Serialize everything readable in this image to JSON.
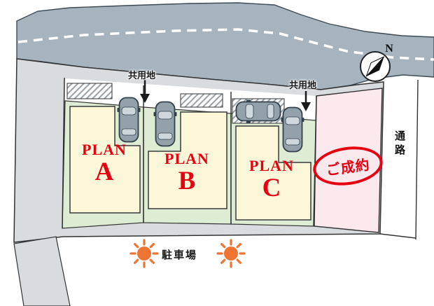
{
  "plots": [
    {
      "word": "PLAN",
      "letter": "A"
    },
    {
      "word": "PLAN",
      "letter": "B"
    },
    {
      "word": "PLAN",
      "letter": "C"
    },
    {
      "status": "ご成約"
    }
  ],
  "labels": {
    "shared_left": "共用地",
    "shared_right": "共用地",
    "passage": "通路",
    "parking": "駐車場",
    "north": "N"
  },
  "colors": {
    "road": "#a7b4be",
    "ground": "#d9dcdf",
    "plot_green": "#ddecd2",
    "building_cream": "#fdf7da",
    "sold_pink": "#fbe9ee",
    "accent_red": "#e60012",
    "sun_orange": "#ee7433",
    "car_gray": "#93a1ab"
  }
}
